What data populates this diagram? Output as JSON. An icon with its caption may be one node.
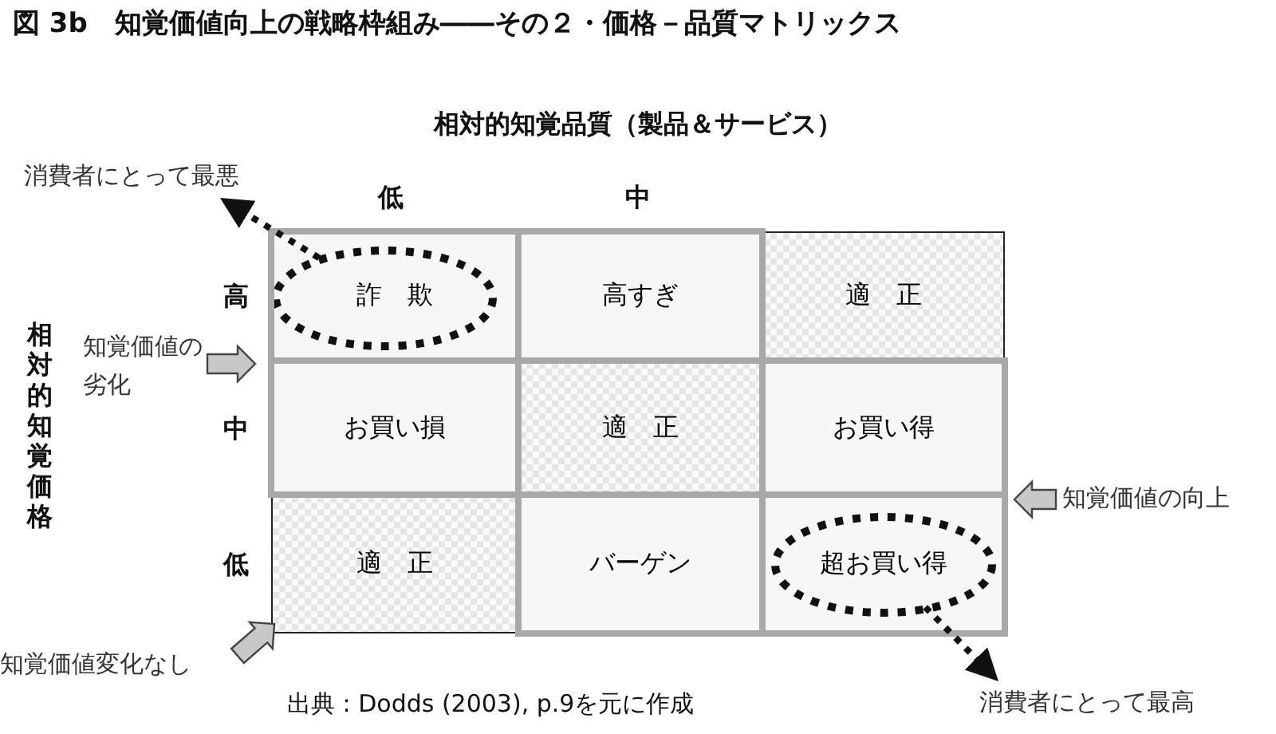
{
  "diagram": {
    "title": "図 3b　知覚価値向上の戦略枠組み――その２・価格－品質マトリックス",
    "caption": "出典 : Dodds (2003), p.9を元に作成",
    "nodes": [
      {
        "text": [
          "詐　欺"
        ]
      },
      {
        "text": [
          "高すぎ"
        ]
      },
      {
        "text": [
          "適　正"
        ]
      },
      {
        "text": [
          "お買い損"
        ]
      },
      {
        "text": [
          "適　正"
        ]
      },
      {
        "text": [
          "お買い得"
        ]
      },
      {
        "text": [
          "適　正"
        ]
      },
      {
        "text": [
          "バーゲン"
        ]
      },
      {
        "text": [
          "超お買い得"
        ]
      },
      {
        "text": [
          "消費者にとって最悪"
        ]
      },
      {
        "text": [
          "消費者にとって最高"
        ]
      },
      {
        "text": [
          "知覚価値の劣化"
        ]
      },
      {
        "text": [
          "知覚価値の向上"
        ]
      },
      {
        "text": [
          "知覚価値変化なし"
        ]
      }
    ],
    "edges": [
      {
        "from": 0,
        "to": 9,
        "arrow": "to",
        "style": "dashed"
      },
      {
        "from": 8,
        "to": 10,
        "arrow": "to",
        "style": "dashed"
      },
      {
        "from": 11,
        "to": null,
        "arrow": "to"
      },
      {
        "from": 12,
        "to": null,
        "arrow": "to"
      },
      {
        "from": 13,
        "to": null,
        "arrow": "to"
      }
    ],
    "labels": [
      "相対的知覚品質（製品＆サービス）",
      "低",
      "中",
      "高",
      "中",
      "低",
      "相対的知覚価格"
    ]
  }
}
